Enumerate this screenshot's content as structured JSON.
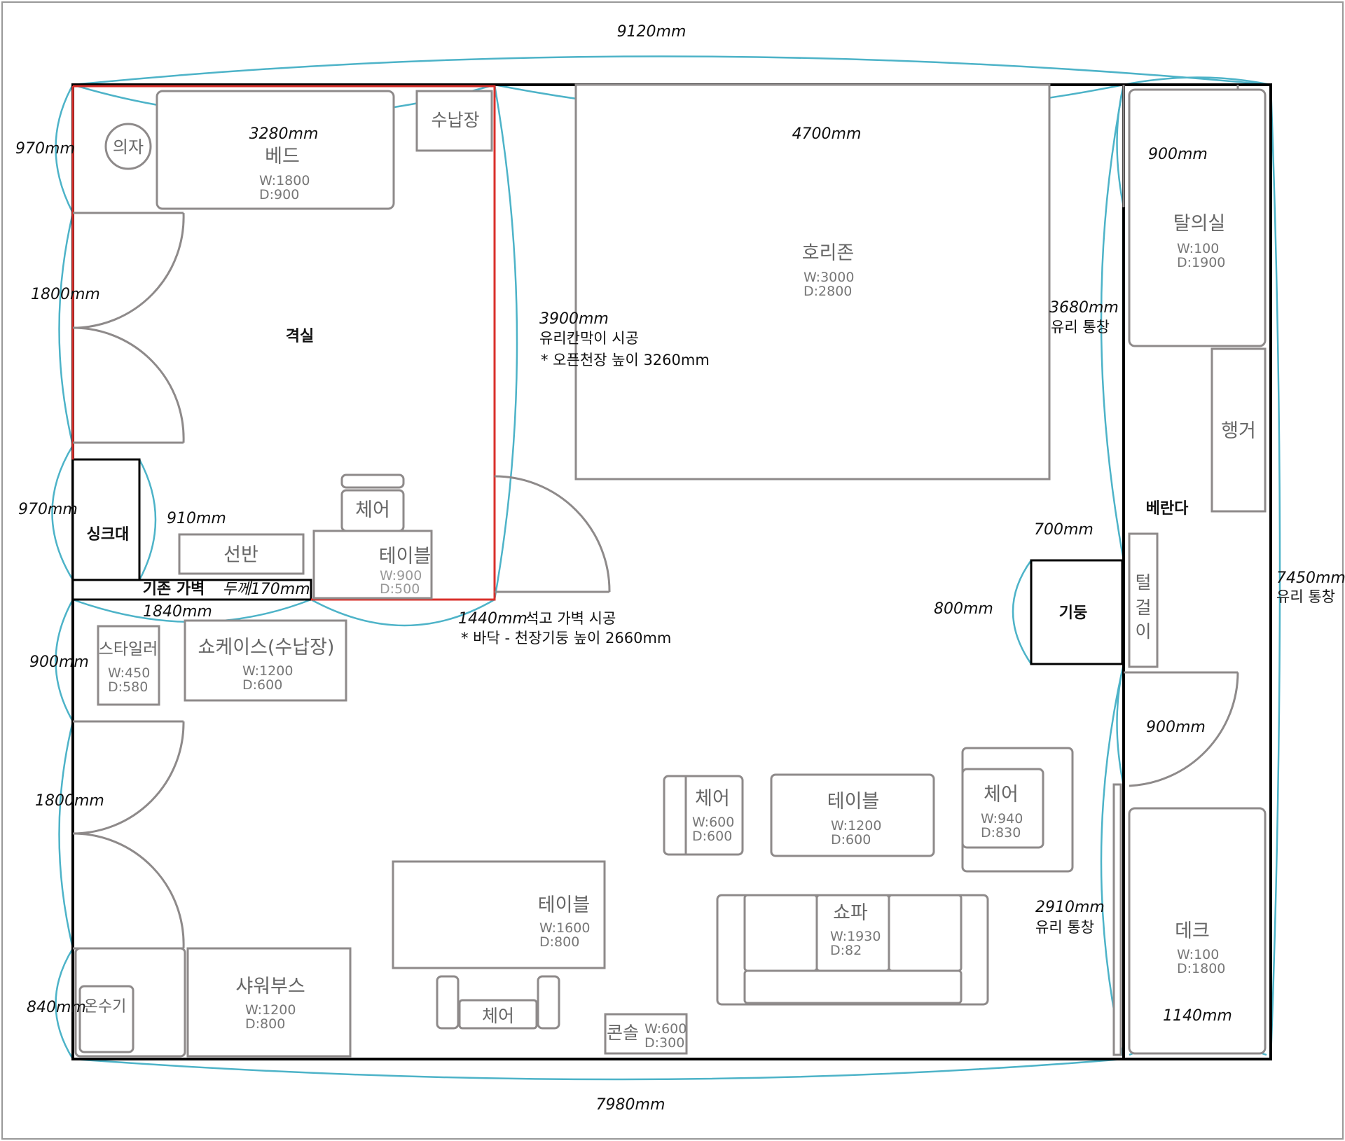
{
  "dimensions": {
    "total_width": "9120mm",
    "bottom_width": "7980mm",
    "room_top_left": "3280mm",
    "room_top_right": "4700mm",
    "left_top": "970mm",
    "left_door1": "1800mm",
    "left_sink": "970mm",
    "sink_width": "910mm",
    "left_lower1": "900mm",
    "left_door2": "1800mm",
    "left_bottom": "840mm",
    "room_partition_h": "1840mm",
    "glass_partition": "3900mm",
    "right_window": "3680mm",
    "balcony_door_top": "900mm",
    "pillar_width": "700mm",
    "pillar_height": "800mm",
    "balcony_door_bottom": "900mm",
    "right_window_lower": "2910mm",
    "deck_width": "1140mm",
    "right_outer": "7450mm",
    "partition_1440": "1440mm"
  },
  "notes": {
    "glass_partition_1": "유리칸막이 시공",
    "glass_partition_2": "* 오픈천장 높이 3260mm",
    "glass_window_1": "유리 통창",
    "glass_window_2": "유리 통창",
    "glass_window_3": "유리 통창",
    "gypsum_wall": "석고 가벽 시공",
    "gypsum_note": "* 바닥 - 천장기둥 높이 2660mm"
  },
  "rooms": {
    "isolation_room": "격실",
    "balcony": "베란다",
    "pillar": "기둥",
    "sink": "싱크대",
    "existing_wall": "기존 가벽",
    "wall_thickness": "두께170mm"
  },
  "furniture": {
    "chair_round": "의자",
    "bed": {
      "name": "베드",
      "w": "W:1800",
      "d": "D:900"
    },
    "storage_top": "수납장",
    "horizon": {
      "name": "호리존",
      "w": "W:3000",
      "d": "D:2800"
    },
    "dressing": {
      "name": "탈의실",
      "w": "W:100",
      "d": "D:1900"
    },
    "hanger": "행거",
    "chair_small": "체어",
    "shelf": "선반",
    "table_small": {
      "name": "테이블",
      "w": "W:900",
      "d": "D:500"
    },
    "towel_hook": [
      "털",
      "걸",
      "이"
    ],
    "styler": {
      "name": "스타일러",
      "w": "W:450",
      "d": "D:580"
    },
    "showcase": {
      "name": "쇼케이스(수납장)",
      "w": "W:1200",
      "d": "D:600"
    },
    "chair_a": {
      "name": "체어",
      "w": "W:600",
      "d": "D:600"
    },
    "table_mid": {
      "name": "테이블",
      "w": "W:1200",
      "d": "D:600"
    },
    "chair_b": {
      "name": "체어",
      "w": "W:940",
      "d": "D:830"
    },
    "table_large": {
      "name": "테이블",
      "w": "W:1600",
      "d": "D:800"
    },
    "sofa": {
      "name": "쇼파",
      "w": "W:1930",
      "d": "D:82"
    },
    "deck": {
      "name": "데크",
      "w": "W:100",
      "d": "D:1800"
    },
    "chair_c": "체어",
    "console": {
      "name": "콘솔",
      "w": "W:600",
      "d": "D:300"
    },
    "shower": {
      "name": "샤워부스",
      "w": "W:1200",
      "d": "D:800"
    },
    "heater": "온수기"
  },
  "colors": {
    "dimension_arc": "#4db3c8",
    "furniture": "#8e8a8a",
    "isolation_wall": "#d9302b",
    "wall": "#000000"
  }
}
